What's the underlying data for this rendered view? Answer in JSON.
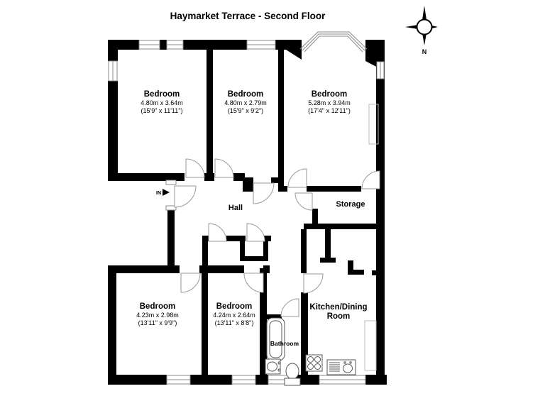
{
  "title": "Haymarket Terrace - Second Floor",
  "compass": {
    "north_label": "N"
  },
  "entrance": {
    "label": "IN"
  },
  "rooms": {
    "bedroom1": {
      "name": "Bedroom",
      "metric": "4.80m x 3.64m",
      "imperial": "(15'9\" x 11'11\")"
    },
    "bedroom2": {
      "name": "Bedroom",
      "metric": "4.80m x 2.79m",
      "imperial": "(15'9\" x 9'2\")"
    },
    "bedroom3": {
      "name": "Bedroom",
      "metric": "5.28m x 3.94m",
      "imperial": "(17'4\" x 12'11\")"
    },
    "hall": {
      "name": "Hall"
    },
    "storage": {
      "name": "Storage"
    },
    "bedroom4": {
      "name": "Bedroom",
      "metric": "4.23m x 2.98m",
      "imperial": "(13'11\" x 9'9\")"
    },
    "bedroom5": {
      "name": "Bedroom",
      "metric": "4.24m x 2.64m",
      "imperial": "(13'11\" x 8'8\")"
    },
    "bathroom": {
      "name": "Bathroom"
    },
    "kitchen": {
      "name_line1": "Kitchen/Dining",
      "name_line2": "Room"
    }
  },
  "colors": {
    "wall": "#000000",
    "background": "#ffffff",
    "door_arc": "#9a9a9a",
    "window_outline": "#8a8a8a",
    "fixture_outline": "#555555",
    "counter_outline": "#bbbbbb"
  }
}
